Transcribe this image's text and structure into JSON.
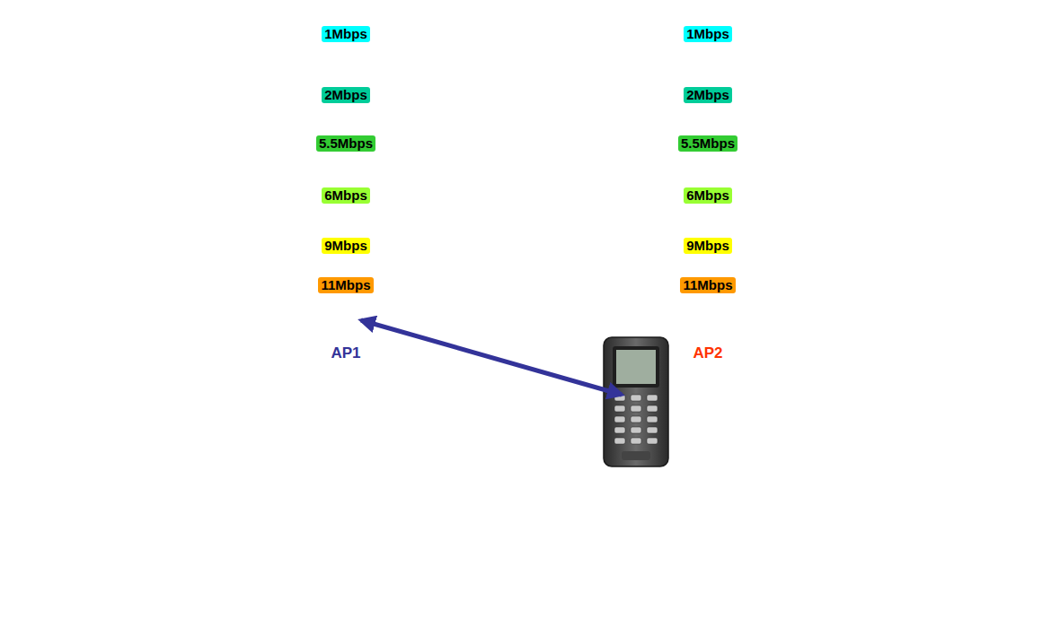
{
  "diagram": {
    "nodes": [
      {
        "text": [
          "1Mbps"
        ]
      },
      {
        "text": [
          "2Mbps"
        ],
        "in": 0
      },
      {
        "text": [
          "5.5Mbps"
        ],
        "in": 1
      },
      {
        "text": [
          "6Mbps"
        ],
        "in": 2
      },
      {
        "text": [
          "9Mbps"
        ],
        "in": 3
      },
      {
        "text": [
          "11Mbps"
        ],
        "in": 4
      },
      {
        "text": [
          "AP1"
        ],
        "in": 5
      },
      {
        "text": [
          "1Mbps"
        ]
      },
      {
        "text": [
          "2Mbps"
        ],
        "in": 7
      },
      {
        "text": [
          "5.5Mbps"
        ],
        "in": 8
      },
      {
        "text": [
          "6Mbps"
        ],
        "in": 9
      },
      {
        "text": [
          "9Mbps"
        ],
        "in": 10
      },
      {
        "text": [
          "11Mbps"
        ],
        "in": 11
      },
      {
        "text": [
          "AP2"
        ],
        "in": 12
      }
    ]
  }
}
